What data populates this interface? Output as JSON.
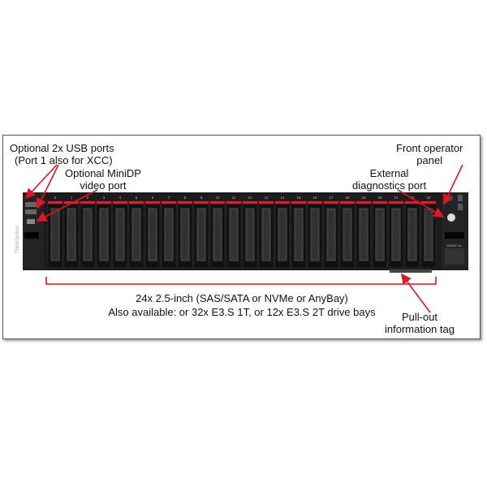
{
  "labels": {
    "usb": [
      "Optional 2x USB ports",
      "(Port 1 also for XCC)"
    ],
    "minidp": [
      "Optional MiniDP",
      "video port"
    ],
    "operator_panel": [
      "Front operator",
      "panel"
    ],
    "diagnostics": [
      "External",
      "diagnostics port"
    ],
    "drive_bays": [
      "24x 2.5-inch (SAS/SATA or NVMe or AnyBay)",
      "Also available: or 32x E3.S 1T, or 12x E3.S 2T drive bays"
    ],
    "info_tag": [
      "Pull-out",
      "information tag"
    ]
  },
  "server": {
    "brand": "ThinkSystem",
    "model": "SR850 V4",
    "bay_numbers": [
      "0",
      "1",
      "2",
      "3",
      "4",
      "5",
      "6",
      "7",
      "8",
      "9",
      "10",
      "11",
      "12",
      "13",
      "14",
      "15",
      "16",
      "17",
      "18",
      "19",
      "20",
      "21",
      "22",
      "23"
    ]
  },
  "colors": {
    "arrow": "#e0161e",
    "chassis": "#1c1c1e",
    "bay_tab": "#c8283a"
  }
}
